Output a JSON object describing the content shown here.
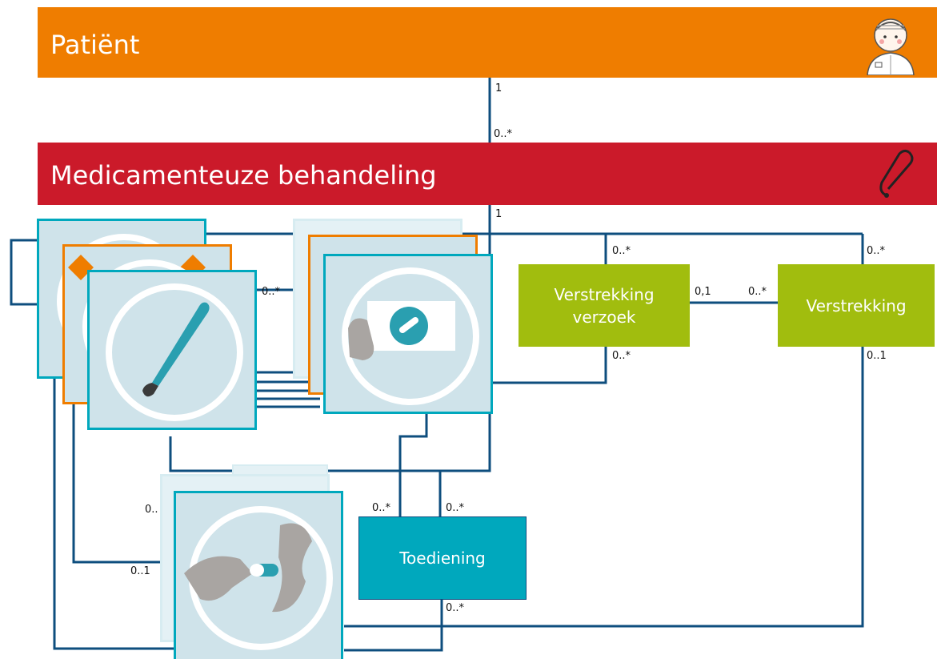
{
  "classes": {
    "patient": "Patiënt",
    "treatment": "Medicamenteuze behandeling",
    "dispense_request": "Verstrekking verzoek",
    "dispense": "Verstrekking",
    "administration": "Toediening"
  },
  "multiplicities": {
    "patient_end": "1",
    "treatment_from_patient": "0..*",
    "treatment_end": "1",
    "cards_left": "0..*",
    "request_top": "0..*",
    "request_right": "0,1",
    "dispense_left": "0..*",
    "dispense_top": "0..*",
    "request_bottom": "0..*",
    "dispense_bottom": "0..1",
    "admin_left": "0..*",
    "admin_top": "0..*",
    "admin_bottom": "0..*",
    "lower_card_left": "0..",
    "lower_card_low": "0..1"
  },
  "icons": {
    "patient": "patient-figure-icon",
    "treatment": "stethoscope-icon",
    "prescription": "pen-icon",
    "medication": "pill-card-icon",
    "intake": "pill-hand-icon"
  },
  "colors": {
    "orange": "#ef7d00",
    "red": "#cb1a2a",
    "green": "#a1bd0e",
    "teal": "#00a8bd",
    "line": "#0e4e7e",
    "card_bg": "#cfe3ea"
  }
}
